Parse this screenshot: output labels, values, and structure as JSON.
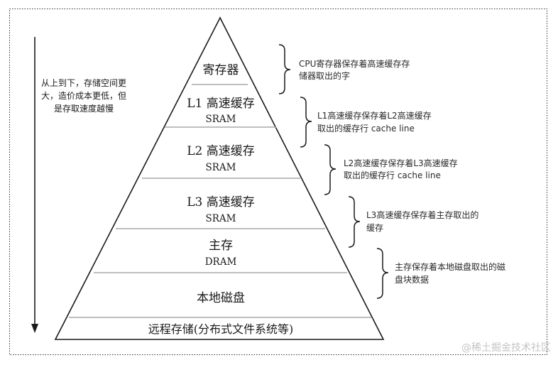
{
  "side_note": {
    "line1": "从上到下，存储空间更",
    "line2": "大，造价成本更低，但",
    "line3": "是存取速度越慢"
  },
  "levels": [
    {
      "name": "寄存器",
      "tech": ""
    },
    {
      "name": "L1 高速缓存",
      "tech": "SRAM"
    },
    {
      "name": "L2 高速缓存",
      "tech": "SRAM"
    },
    {
      "name": "L3 高速缓存",
      "tech": "SRAM"
    },
    {
      "name": "主存",
      "tech": "DRAM"
    },
    {
      "name": "本地磁盘",
      "tech": ""
    },
    {
      "name": "远程存储(分布式文件系统等)",
      "tech": ""
    }
  ],
  "notes": [
    {
      "line1": "CPU寄存器保存着高速缓存存",
      "line2": "储器取出的字"
    },
    {
      "line1": "L1高速缓存保存着L2高速缓存",
      "line2": "取出的缓存行 cache line"
    },
    {
      "line1": "L2高速缓存保存着L3高速缓存",
      "line2": "取出的缓存行 cache line"
    },
    {
      "line1": "L3高速缓存保存着主存取出的",
      "line2": "缓存"
    },
    {
      "line1": "主存保存着本地磁盘取出的磁",
      "line2": "盘块数据"
    }
  ],
  "watermark": "@稀土掘金技术社区",
  "colors": {
    "line": "#1a1a1a",
    "divider": "#a8a8a8",
    "border": "#333333",
    "text": "#1a1a1a",
    "note_text": "#2a2a2a",
    "watermark": "#c4c4c4"
  }
}
